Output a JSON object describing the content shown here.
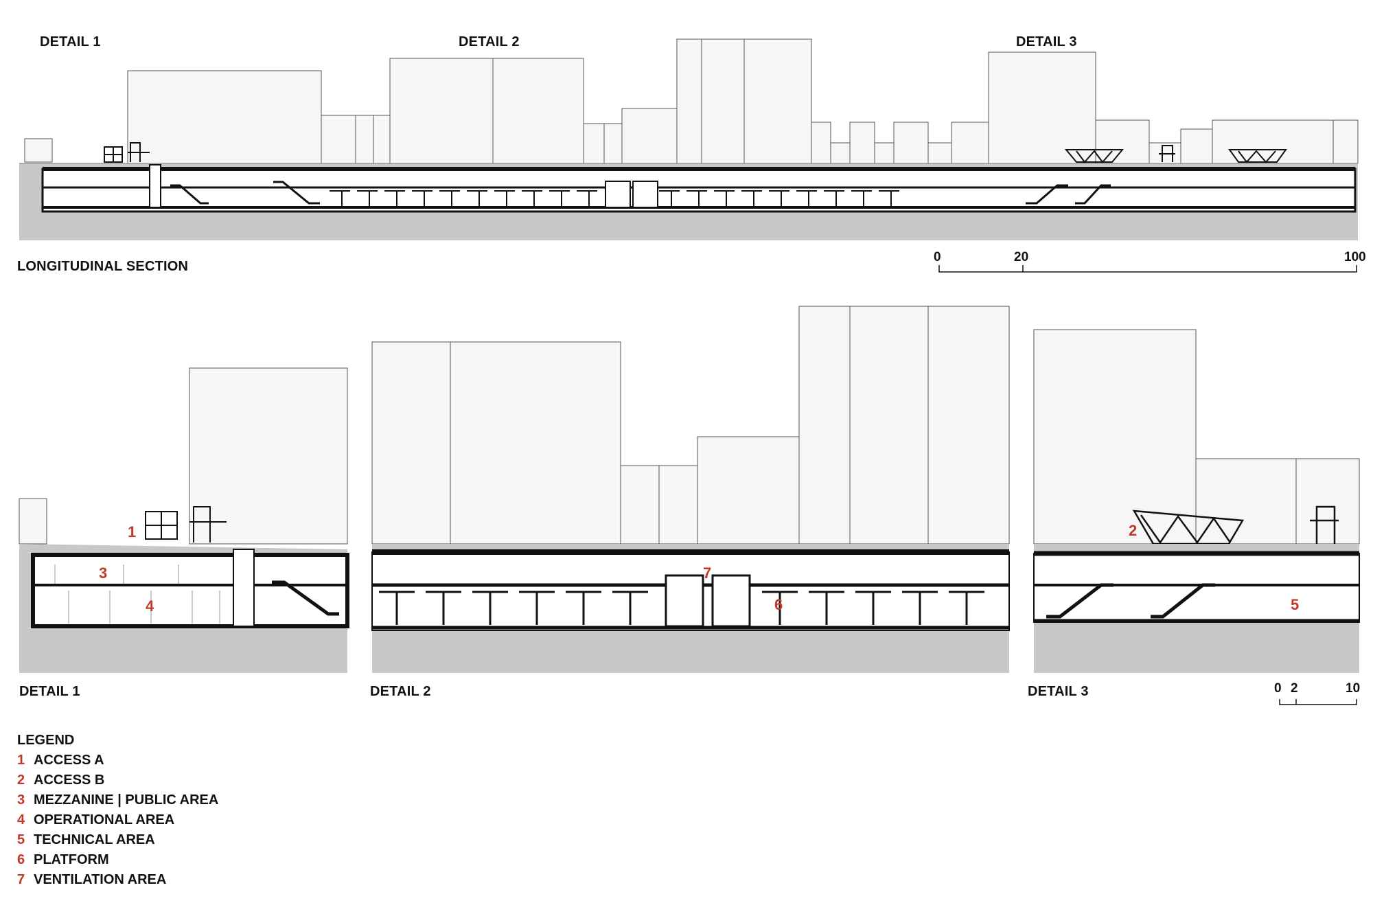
{
  "labels": {
    "detail1_top": "DETAIL 1",
    "detail2_top": "DETAIL 2",
    "detail3_top": "DETAIL 3",
    "longitudinal": "LONGITUDINAL SECTION",
    "detail1_bottom": "DETAIL 1",
    "detail2_bottom": "DETAIL 2",
    "detail3_bottom": "DETAIL 3"
  },
  "scale_top": {
    "a": "0",
    "b": "20",
    "c": "100"
  },
  "scale_bottom": {
    "a": "0",
    "b": "2",
    "c": "10"
  },
  "markers": [
    "1",
    "2",
    "3",
    "4",
    "5",
    "6",
    "7"
  ],
  "legend": {
    "title": "LEGEND",
    "items": [
      {
        "num": "1",
        "text": "ACCESS A"
      },
      {
        "num": "2",
        "text": "ACCESS B"
      },
      {
        "num": "3",
        "text": "MEZZANINE | PUBLIC AREA"
      },
      {
        "num": "4",
        "text": "OPERATIONAL AREA"
      },
      {
        "num": "5",
        "text": "TECHNICAL AREA"
      },
      {
        "num": "6",
        "text": "PLATFORM"
      },
      {
        "num": "7",
        "text": "VENTILATION AREA"
      }
    ]
  },
  "colors": {
    "ground": "#c8c8c8",
    "building_fill": "#f5f5f5",
    "marker": "#c0392b",
    "line": "#111111"
  }
}
